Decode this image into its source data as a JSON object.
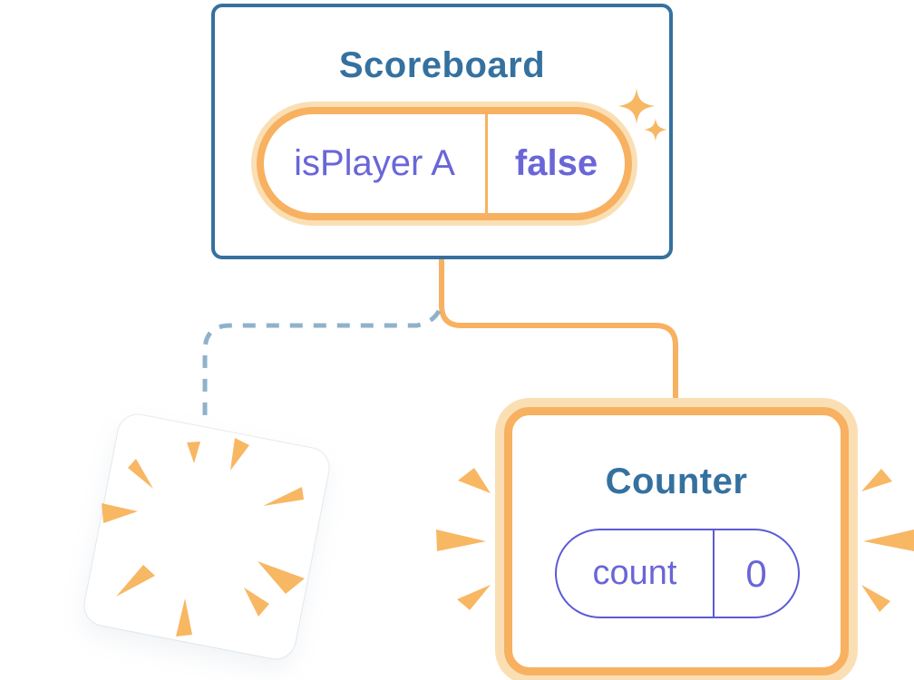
{
  "colors": {
    "blue": "#35719F",
    "purple_text": "#6A66D8",
    "purple_border": "#5B5BD6",
    "orange": "#F7B160",
    "orange_glow": "#FBDFB4",
    "accent_orange": "#F8B763",
    "dashed_line": "#8FB2C9",
    "card_bg": "#FFFFFF"
  },
  "scoreboard": {
    "title": "Scoreboard",
    "state_pill": {
      "label": "isPlayer A",
      "value": "false"
    }
  },
  "counter": {
    "title": "Counter",
    "state_pill": {
      "label": "count",
      "value": "0"
    }
  }
}
